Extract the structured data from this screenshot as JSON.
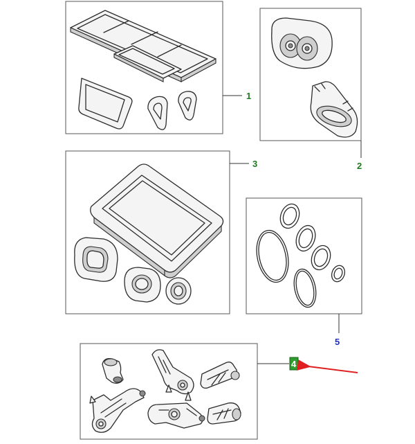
{
  "callouts": {
    "c1": "1",
    "c2": "2",
    "c3": "3",
    "c4": "4",
    "c5": "5"
  },
  "selected_callout": "4",
  "colors": {
    "callout_green": "#1f7a1f",
    "callout_blue": "#1f2fd0",
    "selection_fill": "#2e9e2e",
    "pointer_arrow": "#e02020"
  },
  "icons": {
    "pointer": "red-arrow-icon"
  }
}
